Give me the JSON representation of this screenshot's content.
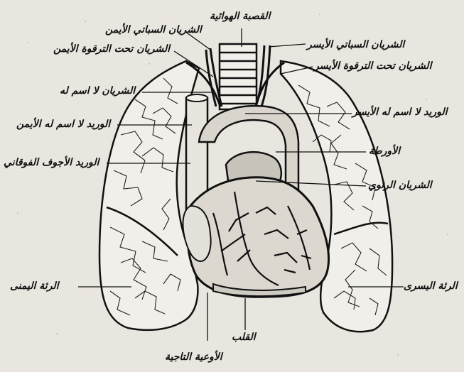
{
  "labels": {
    "trachea": "القصبة الهوائية",
    "right_common_carotid": "الشريان السباتي الأيمن",
    "left_common_carotid": "الشريان السباتي الأيسر",
    "right_subclavian": "الشريان تحت الترقوة الأيمن",
    "left_subclavian": "الشريان تحت الترقوة الأيسر",
    "innominate_artery": "الشريان لا اسم له",
    "left_innominate_vein": "الوريد لا اسم له الأيسر",
    "right_innominate_vein": "الوريد لا اسم له الأيمن",
    "aorta": "الأورطة",
    "superior_vena_cava": "الوريد الأجوف الفوقاني",
    "pulmonary_artery": "الشريان الرئوي",
    "right_lung": "الرئة اليمنى",
    "left_lung": "الرئة اليسرى",
    "heart": "القلب",
    "coronary_vessels": "الأوعية التاجية"
  },
  "colors": {
    "paper": "#e9e6e0",
    "ink": "#111111"
  }
}
